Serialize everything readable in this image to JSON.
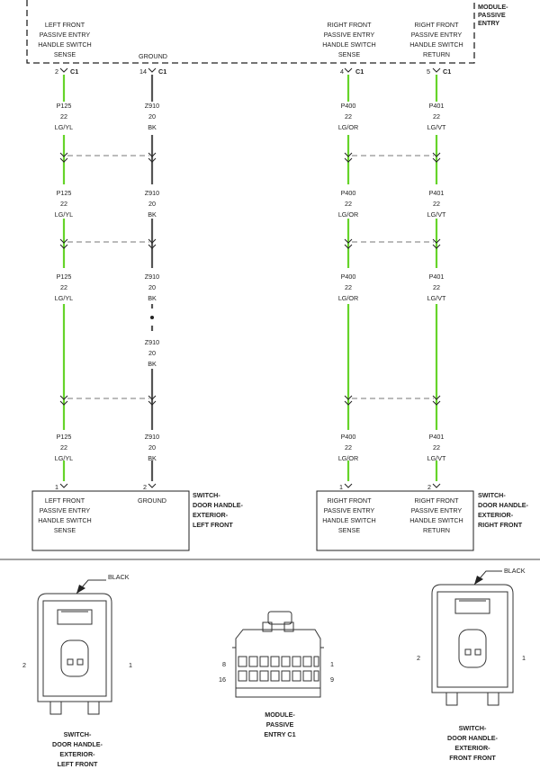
{
  "module": {
    "title": [
      "MODULE-",
      "PASSIVE",
      "ENTRY"
    ],
    "connector": "C1"
  },
  "pins": [
    {
      "id": "lf-sense",
      "pin": "2",
      "conn": "C1",
      "label": [
        "LEFT FRONT",
        "PASSIVE ENTRY",
        "HANDLE SWITCH",
        "SENSE"
      ],
      "circuit": "P125",
      "gauge": "22",
      "color": "LG/YL",
      "wire_type": "green",
      "switch_pin": "1"
    },
    {
      "id": "ground",
      "pin": "14",
      "conn": "C1",
      "label": [
        "GROUND"
      ],
      "circuit": "Z910",
      "gauge": "20",
      "color": "BK",
      "wire_type": "black",
      "switch_pin": "2"
    },
    {
      "id": "rf-sense",
      "pin": "4",
      "conn": "C1",
      "label": [
        "RIGHT FRONT",
        "PASSIVE ENTRY",
        "HANDLE SWITCH",
        "SENSE"
      ],
      "circuit": "P400",
      "gauge": "22",
      "color": "LG/OR",
      "wire_type": "green",
      "switch_pin": "1"
    },
    {
      "id": "rf-return",
      "pin": "5",
      "conn": "C1",
      "label": [
        "RIGHT FRONT",
        "PASSIVE ENTRY",
        "HANDLE SWITCH",
        "RETURN"
      ],
      "circuit": "P401",
      "gauge": "22",
      "color": "LG/VT",
      "wire_type": "green",
      "switch_pin": "2"
    }
  ],
  "switches": {
    "left": {
      "title": [
        "SWITCH-",
        "DOOR HANDLE-",
        "EXTERIOR-",
        "LEFT FRONT"
      ],
      "labels": [
        [
          "LEFT FRONT",
          "PASSIVE ENTRY",
          "HANDLE SWITCH",
          "SENSE"
        ],
        [
          "GROUND"
        ]
      ]
    },
    "right": {
      "title": [
        "SWITCH-",
        "DOOR HANDLE-",
        "EXTERIOR-",
        "RIGHT FRONT"
      ],
      "labels": [
        [
          "RIGHT FRONT",
          "PASSIVE ENTRY",
          "HANDLE SWITCH",
          "SENSE"
        ],
        [
          "RIGHT FRONT",
          "PASSIVE ENTRY",
          "HANDLE SWITCH",
          "RETURN"
        ]
      ]
    }
  },
  "connectors": {
    "left": {
      "color_label": "BLACK",
      "pin_left": "2",
      "pin_right": "1",
      "caption": [
        "SWITCH-",
        "DOOR HANDLE-",
        "EXTERIOR-",
        "LEFT FRONT"
      ]
    },
    "module": {
      "pin_tl": "8",
      "pin_tr": "1",
      "pin_bl": "16",
      "pin_br": "9",
      "caption": [
        "MODULE-",
        "PASSIVE",
        "ENTRY C1"
      ]
    },
    "right": {
      "color_label": "BLACK",
      "pin_left": "2",
      "pin_right": "1",
      "caption": [
        "SWITCH-",
        "DOOR HANDLE-",
        "EXTERIOR-",
        "FRONT FRONT"
      ]
    }
  },
  "colors": {
    "green_wire": "#66d42a",
    "black_wire": "#555555",
    "line": "#222222",
    "dash": "#777777"
  }
}
